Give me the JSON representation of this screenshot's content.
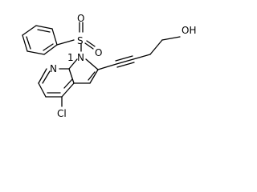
{
  "atoms": {
    "oh": "OH",
    "sulfur": "S",
    "oxygen_top": "O",
    "oxygen_bottom": "O",
    "n_pyrrole": "N",
    "n_pyrrole_locant": "1",
    "n_pyridine": "N",
    "chlorine": "Cl"
  }
}
